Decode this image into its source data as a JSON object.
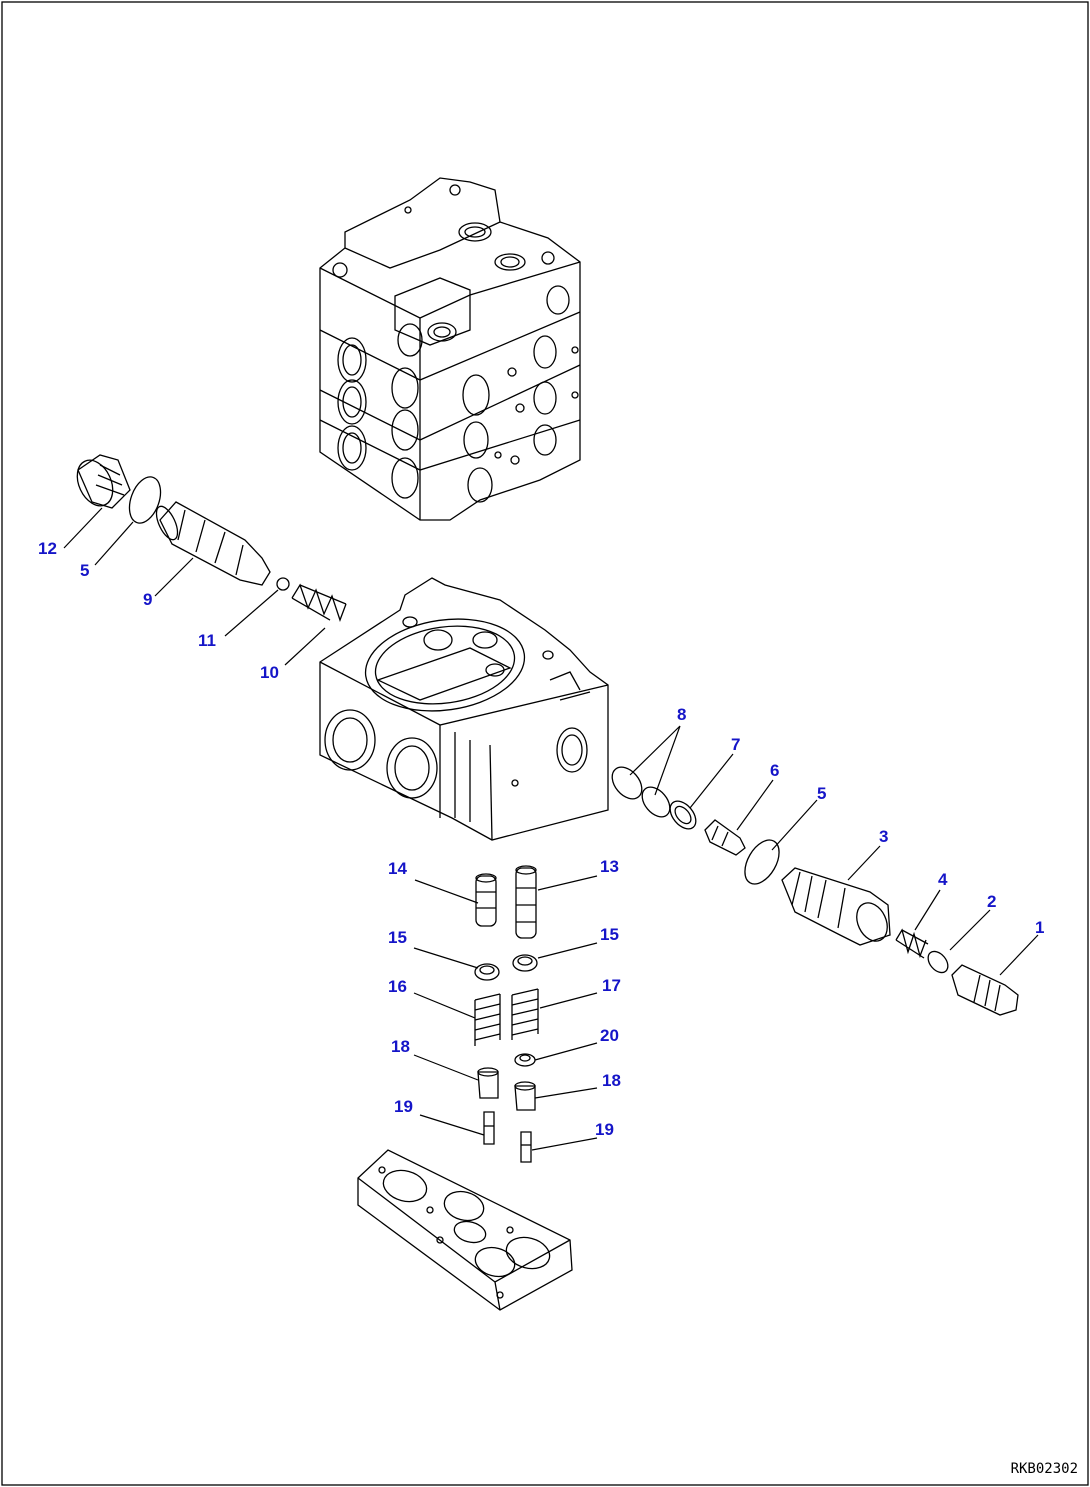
{
  "callouts": {
    "c1": "1",
    "c2": "2",
    "c3": "3",
    "c4": "4",
    "c5a": "5",
    "c5b": "5",
    "c6": "6",
    "c7": "7",
    "c8": "8",
    "c9": "9",
    "c10": "10",
    "c11": "11",
    "c12": "12",
    "c13": "13",
    "c14": "14",
    "c15a": "15",
    "c15b": "15",
    "c16": "16",
    "c17": "17",
    "c18a": "18",
    "c18b": "18",
    "c19a": "19",
    "c19b": "19",
    "c20": "20"
  },
  "drawing_code": "RKB02302",
  "colors": {
    "callout": "#1515c8",
    "line": "#000000",
    "background": "#ffffff"
  }
}
